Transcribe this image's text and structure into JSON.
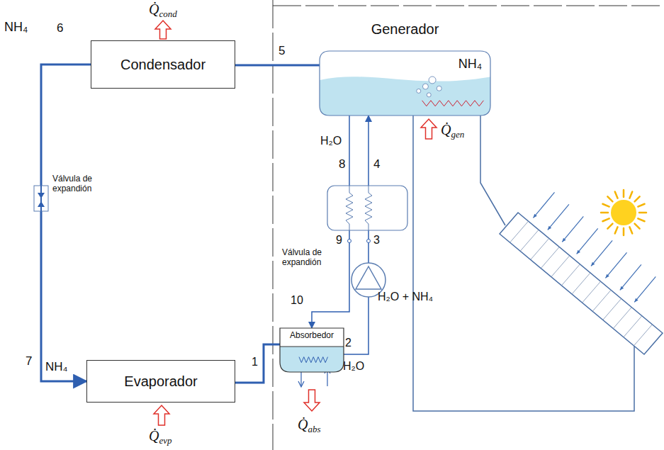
{
  "diagram": {
    "nodes": [
      {
        "text": [
          "Generador",
          "NH₄"
        ]
      },
      {
        "text": [
          "Condensador"
        ]
      },
      {
        "text": [
          "Evaporador"
        ]
      },
      {
        "text": [
          "Absorbedor"
        ]
      }
    ],
    "edges": [
      {
        "from": 0,
        "to": 1,
        "arrow": "none"
      },
      {
        "from": 1,
        "to": 2,
        "arrow": "to"
      },
      {
        "from": 2,
        "to": 3,
        "arrow": "none"
      },
      {
        "from": 3,
        "to": 0,
        "arrow": "to"
      },
      {
        "from": 0,
        "to": 3,
        "arrow": "to"
      }
    ],
    "labels": [
      "Q̇cond",
      "NH₄",
      "6",
      "5",
      "H₂O",
      "8",
      "4",
      "Q̇gen",
      "9",
      "3",
      "Válvula de expandión",
      "10",
      "H₂O + NH₄",
      "2",
      "H₂O",
      "Q̇abs",
      "7",
      "NH₄",
      "1",
      "Q̇evp",
      "Válvula de expandión"
    ]
  }
}
